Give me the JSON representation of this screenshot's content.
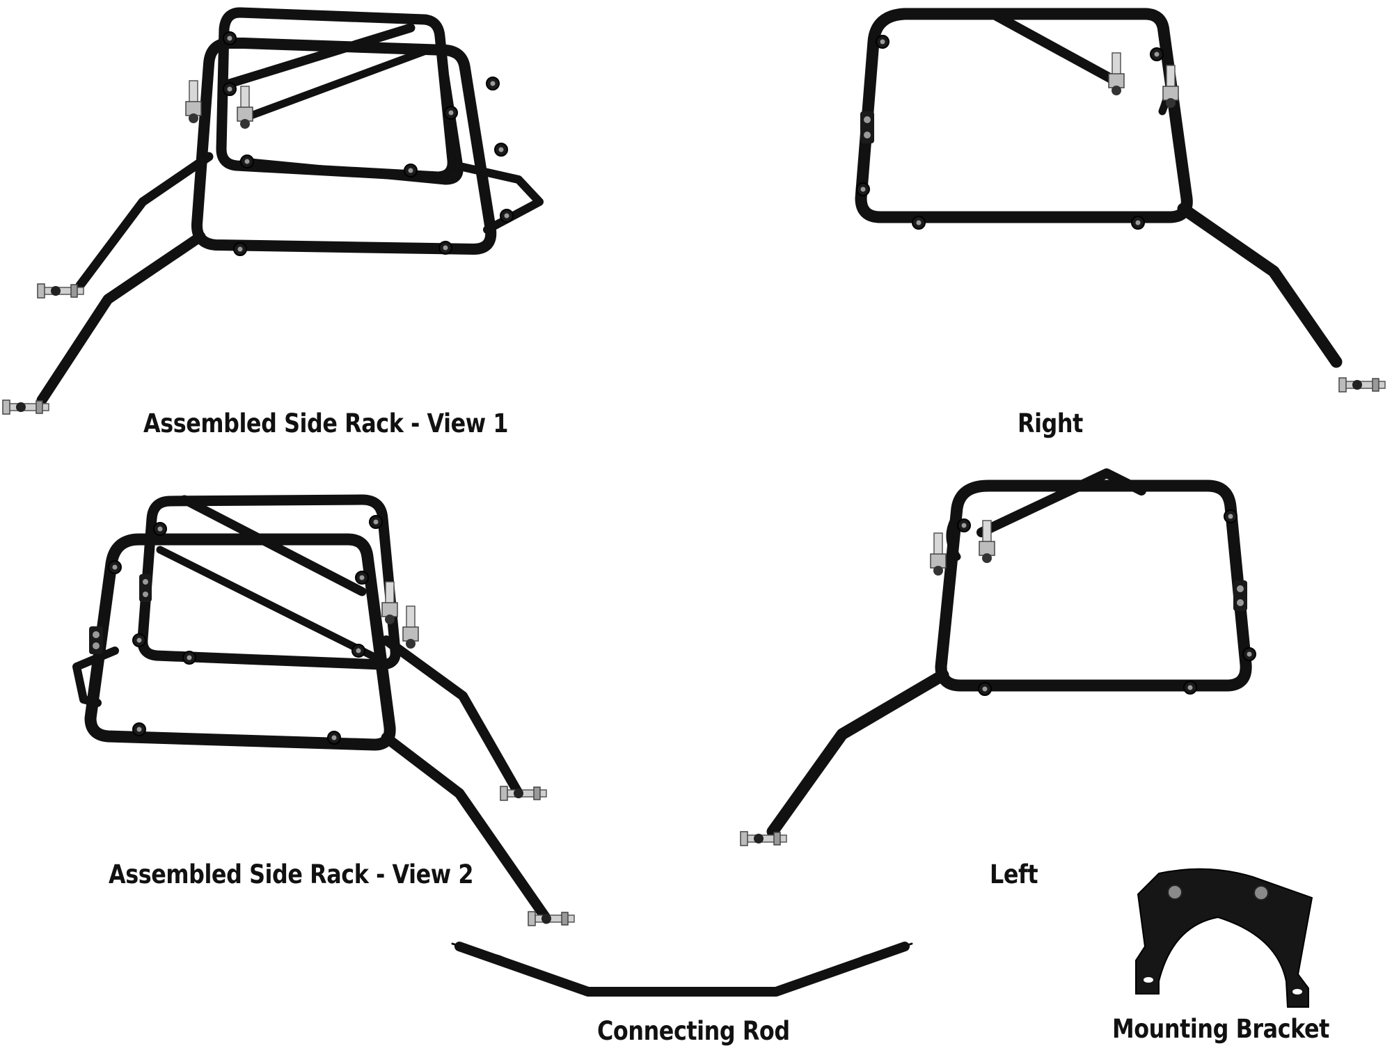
{
  "labels": {
    "view1": "Assembled Side Rack - View 1",
    "right": "Right",
    "view2": "Assembled Side Rack - View 2",
    "left": "Left",
    "rod": "Connecting Rod",
    "bracket": "Mounting Bracket"
  },
  "colors": {
    "frame": "#111111",
    "hardware": "#cfcfcf",
    "background": "#ffffff"
  }
}
